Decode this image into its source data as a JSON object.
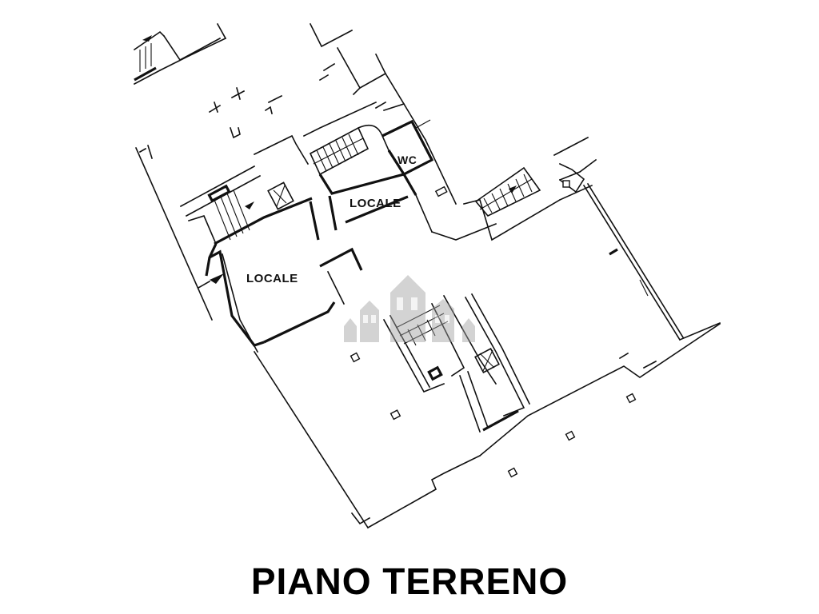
{
  "plan": {
    "title": "PIANO TERRENO",
    "rooms": [
      {
        "id": "locale-left",
        "label": "LOCALE"
      },
      {
        "id": "locale-right",
        "label": "LOCALE"
      },
      {
        "id": "wc",
        "label": "WC"
      }
    ],
    "symbols": {
      "stairs": [
        "stair-upper-center",
        "stair-left",
        "stair-right-exterior",
        "stair-lower-center"
      ],
      "elevators": [
        "elevator-upper",
        "elevator-lower"
      ],
      "pillars_count": 7,
      "entrance_arrow": "entrance-arrow-icon"
    },
    "watermark": "houses-watermark-icon",
    "colors": {
      "line": "#111111",
      "background": "#ffffff",
      "watermark": "#a0a0a0"
    }
  }
}
